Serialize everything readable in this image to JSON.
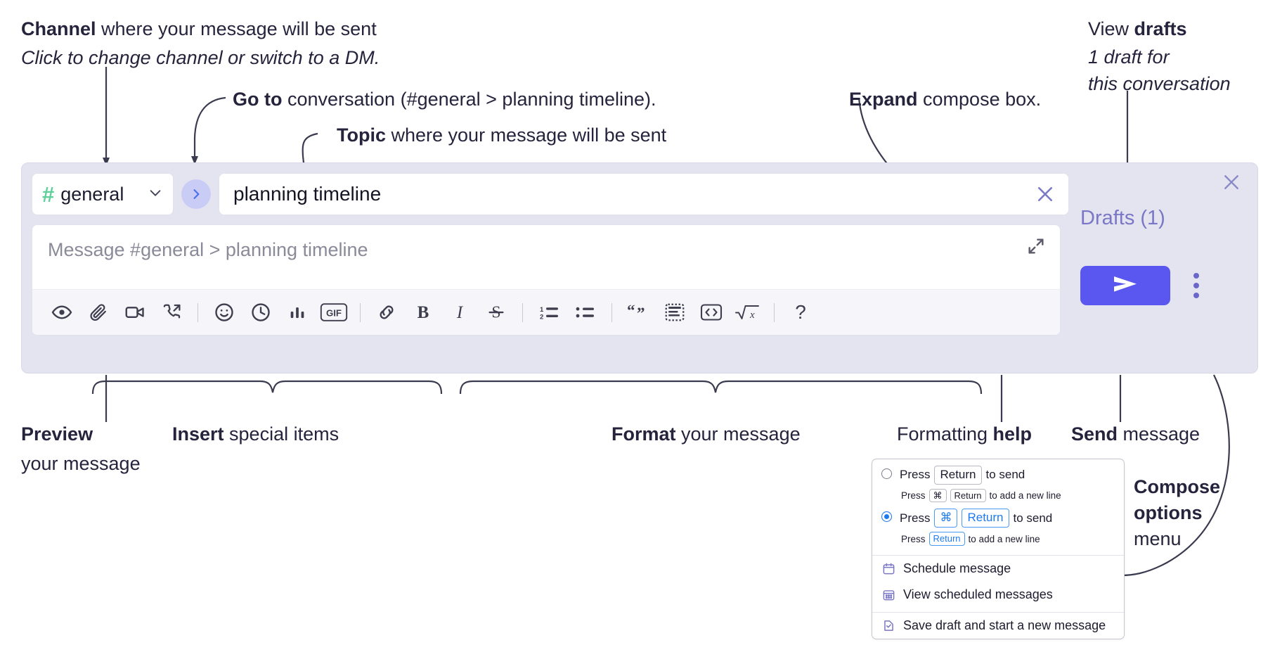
{
  "annotations": {
    "channel": {
      "bold": "Channel",
      "rest": " where your message will be sent",
      "italic": "Click to change channel or switch to a DM."
    },
    "goto": {
      "bold": "Go to",
      "rest": " conversation (#general > planning timeline)."
    },
    "topic": {
      "bold": "Topic",
      "rest": " where your message will be sent"
    },
    "expand": {
      "bold": "Expand",
      "rest": " compose box."
    },
    "drafts": {
      "lead": "View ",
      "bold": "drafts",
      "italic1": "1 draft for",
      "italic2": "this conversation"
    },
    "preview": {
      "bold": "Preview",
      "rest": "your message"
    },
    "insert": {
      "bold": "Insert",
      "rest": " special items"
    },
    "format": {
      "bold": "Format",
      "rest": " your message"
    },
    "help": {
      "lead": "Formatting ",
      "bold": "help"
    },
    "send": {
      "bold": "Send",
      "rest": " message"
    },
    "compose_options": {
      "bold1": "Compose",
      "bold2": "options",
      "rest": "menu"
    }
  },
  "compose": {
    "channel_name": "general",
    "hash_symbol": "#",
    "topic_value": "planning timeline",
    "message_placeholder": "Message #general > planning timeline",
    "drafts_label": "Drafts (1)",
    "toolbar_group_insert": [
      {
        "name": "preview-icon",
        "title": "Preview"
      },
      {
        "name": "paperclip-icon",
        "title": "Attach file"
      },
      {
        "name": "video-camera-icon",
        "title": "Record video clip"
      },
      {
        "name": "phone-forward-icon",
        "title": "Start huddle"
      }
    ],
    "toolbar_group_special": [
      {
        "name": "emoji-smiley-icon",
        "title": "Emoji"
      },
      {
        "name": "clock-icon",
        "title": "Reminder"
      },
      {
        "name": "bar-chart-icon",
        "title": "Poll"
      },
      {
        "name": "gif-icon",
        "title": "GIF",
        "label": "GIF"
      }
    ],
    "toolbar_group_format": [
      {
        "name": "link-icon",
        "title": "Link"
      },
      {
        "name": "bold-icon",
        "title": "Bold",
        "label": "B"
      },
      {
        "name": "italic-icon",
        "title": "Italic",
        "label": "I"
      },
      {
        "name": "strikethrough-icon",
        "title": "Strikethrough",
        "label": "S"
      }
    ],
    "toolbar_group_lists": [
      {
        "name": "ordered-list-icon",
        "title": "Ordered list"
      },
      {
        "name": "bulleted-list-icon",
        "title": "Bulleted list"
      }
    ],
    "toolbar_group_blocks": [
      {
        "name": "blockquote-icon",
        "title": "Blockquote"
      },
      {
        "name": "code-block-icon",
        "title": "Code block"
      },
      {
        "name": "code-icon",
        "title": "Code"
      },
      {
        "name": "math-icon",
        "title": "Math"
      }
    ],
    "help_label": "?",
    "send_icon": "paper-plane-icon",
    "kebab_icon": "vertical-dots-icon"
  },
  "compose_options_menu": {
    "options": [
      {
        "selected": false,
        "line1_pre": "Press",
        "line1_keys": [
          "Return"
        ],
        "line1_post": "to send",
        "line2_pre": "Press",
        "line2_keys": [
          "⌘",
          "Return"
        ],
        "line2_post": "to add a new line"
      },
      {
        "selected": true,
        "line1_pre": "Press",
        "line1_keys": [
          "⌘",
          "Return"
        ],
        "line1_post": "to send",
        "line2_pre": "Press",
        "line2_keys": [
          "Return"
        ],
        "line2_post": "to add a new line"
      }
    ],
    "items": [
      {
        "icon": "calendar-schedule-icon",
        "label": "Schedule message"
      },
      {
        "icon": "calendar-grid-icon",
        "label": "View scheduled messages"
      },
      {
        "icon": "document-check-icon",
        "label": "Save draft and start a new message"
      }
    ]
  },
  "colors": {
    "accent_send": "#5a56f0",
    "accent_purple": "#7a77c6",
    "hash_green": "#5fd09a",
    "goto_blue": "#4f6ef0",
    "panel_lavender": "#e4e4f1",
    "radio_blue": "#1f7af0"
  }
}
